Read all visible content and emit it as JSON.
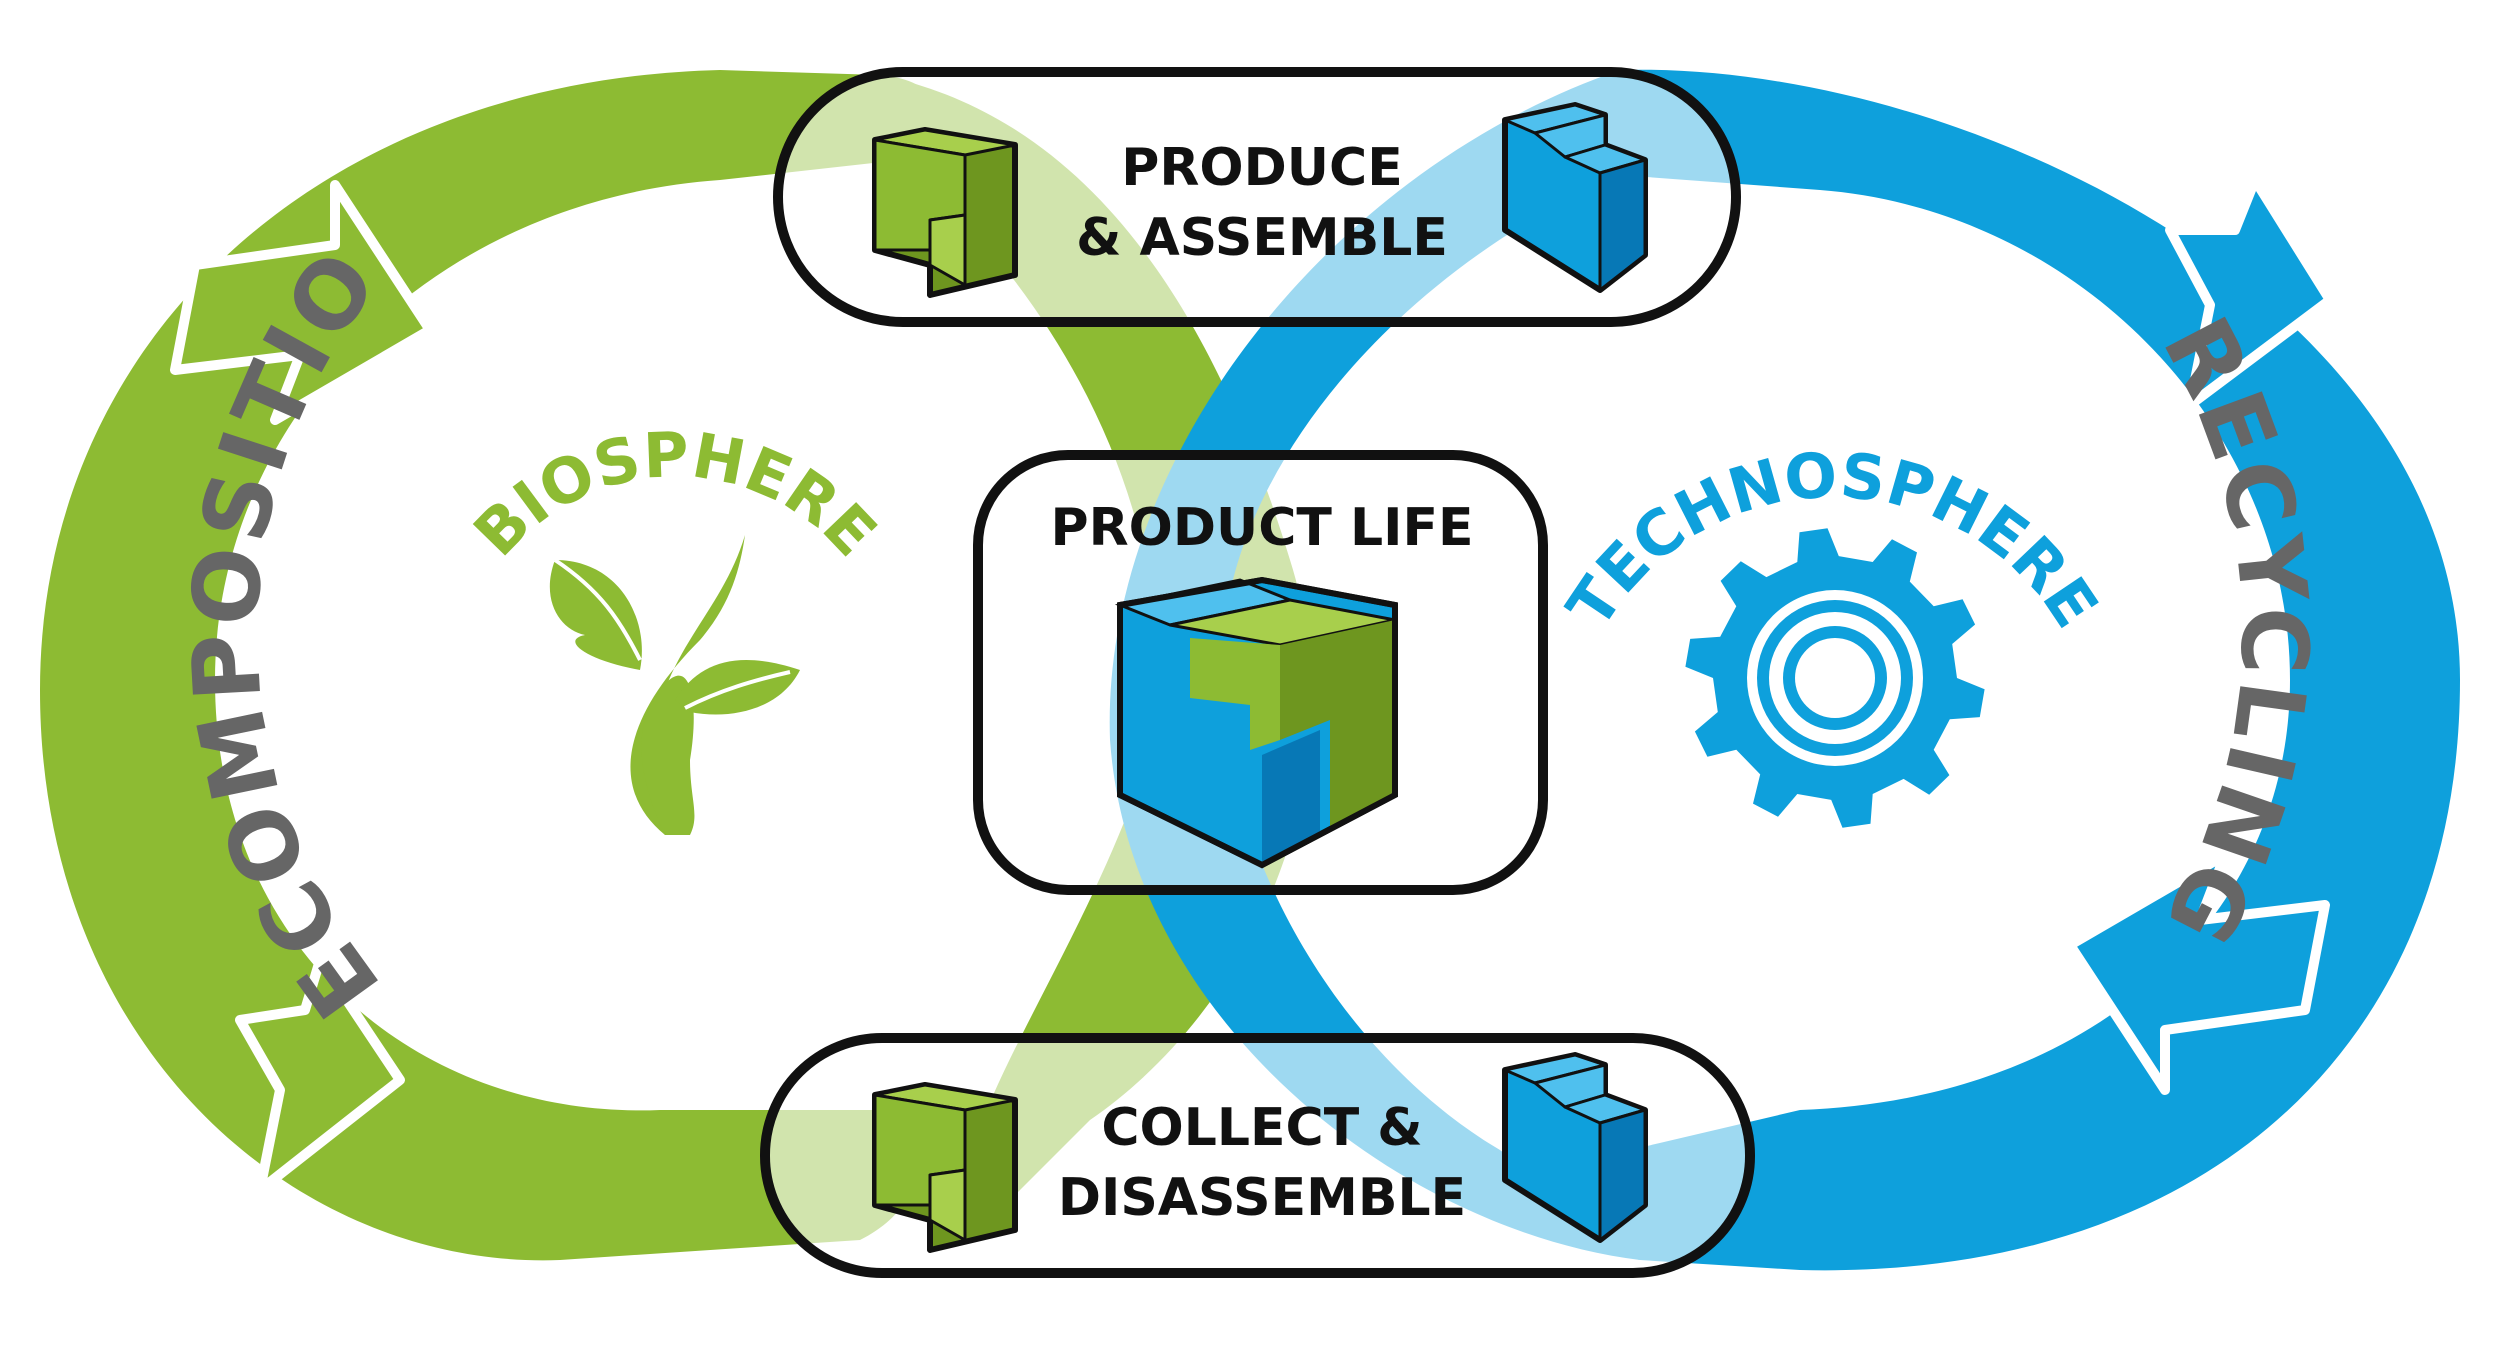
{
  "colors": {
    "bio": "#8dbb33",
    "bio_light": "#cfe3a9",
    "bio_dark": "#6e961f",
    "tech": "#0ea0dc",
    "tech_light": "#9fd6f2",
    "tech_dark": "#0778b6",
    "label_grey": "#666666"
  },
  "cycles": {
    "left": "DECOMPOSITION",
    "right": "RECYCLING"
  },
  "spheres": {
    "bio": {
      "label": "BIOSPHERE",
      "icon": "sprout-icon"
    },
    "tech": {
      "label": "TECHNOSPHERE",
      "icon": "gear-icon"
    }
  },
  "stages": {
    "top": {
      "line1": "PRODUCE",
      "line2": "& ASSEMBLE"
    },
    "middle": {
      "line1": "PRODUCT LIFE"
    },
    "bottom": {
      "line1": "COLLECT &",
      "line2": "DISASSEMBLE"
    }
  }
}
